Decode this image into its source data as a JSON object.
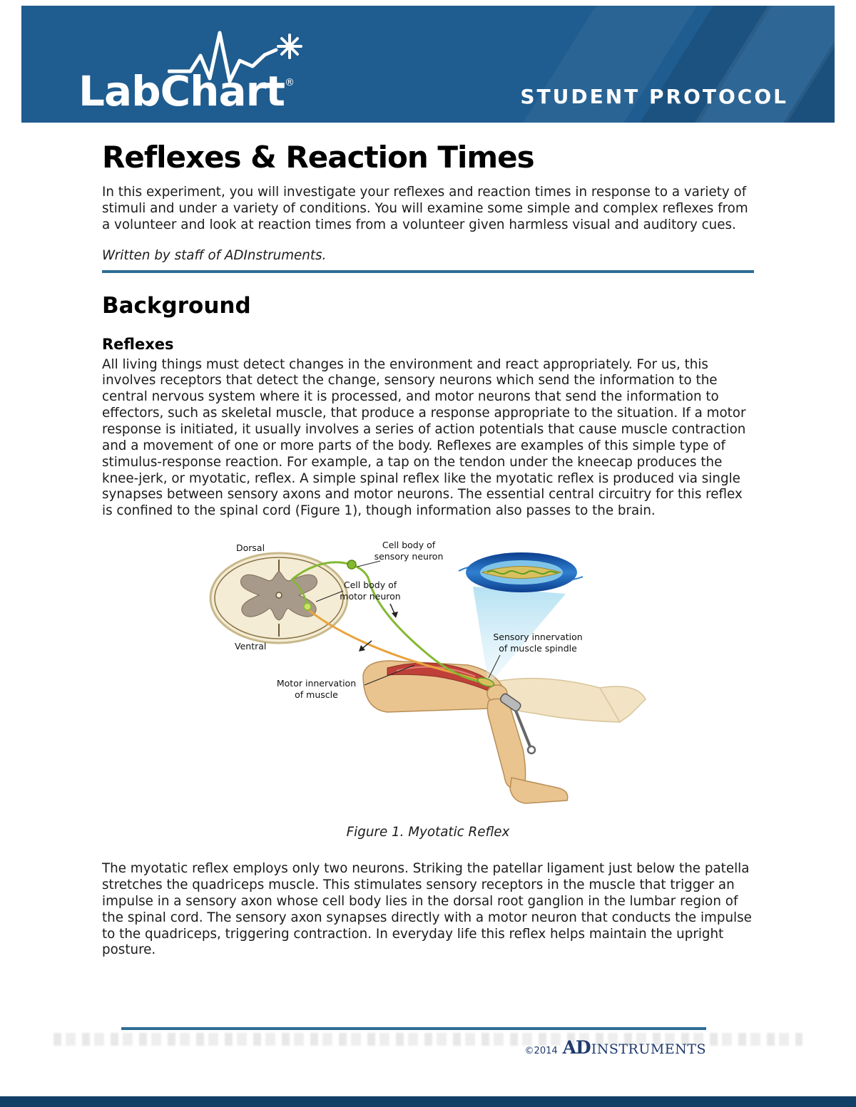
{
  "header": {
    "logo": "LabChart",
    "registered": "®",
    "protocol": "STUDENT PROTOCOL"
  },
  "article": {
    "title": "Reflexes & Reaction Times",
    "intro": "In this experiment, you will investigate your reflexes and reaction times in response to a variety of stimuli and under a variety of conditions.  You will examine some simple and complex reflexes from a volunteer and look at reaction times from a volunteer given harmless visual and auditory cues.",
    "byline": "Written by staff of ADInstruments.",
    "background_heading": "Background",
    "reflexes_heading": "Reflexes",
    "reflexes_text": "All living things must detect changes in the environment and react appropriately.  For us, this involves receptors that detect the change, sensory neurons which send the information to the central nervous system where it is processed, and motor neurons that send the information to effectors, such as skeletal muscle, that produce a response appropriate to the situation.  If a motor response is initiated, it usually involves a series of action potentials that cause muscle contraction and a movement of one or more parts of the body.  Reflexes are examples of this simple type of stimulus-response reaction. For example, a tap on the tendon under the kneecap produces the knee-jerk, or myotatic, reflex.  A simple spinal reflex like the myotatic reflex is produced via single synapses between sensory axons and motor neurons.  The essential central circuitry for this reflex is confined to the spinal cord (Figure 1), though information also passes to the brain.",
    "myotatic_text": "The myotatic reflex employs only two neurons. Striking the patellar ligament just below the patella stretches the quadriceps muscle. This stimulates sensory receptors in the muscle that trigger an impulse in a sensory axon whose cell body lies in the dorsal root ganglion in the lumbar region of the spinal cord. The sensory axon synapses directly with a motor neuron that conducts the impulse to the quadriceps, triggering contraction. In everyday life this reflex helps maintain the upright posture."
  },
  "figure": {
    "caption": "Figure 1. Myotatic Reflex",
    "labels": {
      "dorsal": "Dorsal",
      "sensory_cell_body": "Cell body of sensory neuron",
      "motor_cell_body": "Cell body of motor neuron",
      "ventral": "Ventral",
      "sensory_innervation": "Sensory innervation of muscle spindle",
      "motor_innervation": "Motor innervation of muscle"
    }
  },
  "footer": {
    "copyright": "©2014",
    "brand_ad": "AD",
    "brand_instruments": "INSTRUMENTS"
  },
  "colors": {
    "banner_blue": "#1f5c8f",
    "rule_teal": "#2e6d94",
    "brand_navy": "#1f3a6e",
    "bottom_bar_navy": "#123f66"
  }
}
